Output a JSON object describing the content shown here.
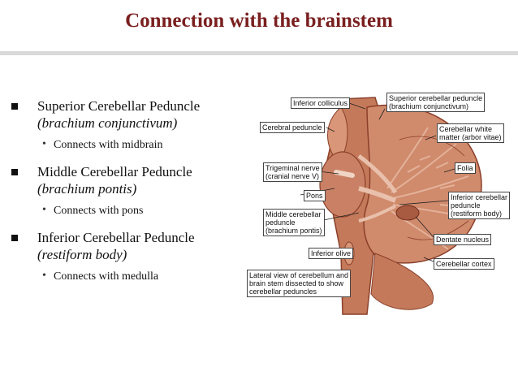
{
  "slide": {
    "title": "Connection with the brainstem",
    "bullets": [
      {
        "title": "Superior Cerebellar Peduncle",
        "subtitle": "(brachium conjunctivum)",
        "sub": "Connects with midbrain"
      },
      {
        "title": "Middle Cerebellar Peduncle",
        "subtitle": "(brachium pontis)",
        "sub": "Connects with pons"
      },
      {
        "title": "Inferior Cerebellar Peduncle",
        "subtitle": "(restiform body)",
        "sub": "Connects with medulla"
      }
    ],
    "sub_marker": "•"
  },
  "figure": {
    "labels": {
      "inferior_colliculus": "Inferior colliculus",
      "superior_peduncle_1": "Superior cerebellar peduncle",
      "superior_peduncle_2": "(brachium conjunctivum)",
      "cerebral_peduncle": "Cerebral peduncle",
      "white_matter_1": "Cerebellar white",
      "white_matter_2": "matter (arbor vitae)",
      "trigeminal_1": "Trigeminal nerve",
      "trigeminal_2": "(cranial nerve V)",
      "folia": "Folia",
      "pons": "Pons",
      "inferior_peduncle_1": "Inferior cerebellar",
      "inferior_peduncle_2": "peduncle",
      "inferior_peduncle_3": "(restiform body)",
      "middle_peduncle_1": "Middle cerebellar",
      "middle_peduncle_2": "peduncle",
      "middle_peduncle_3": "(brachium pontis)",
      "dentate": "Dentate nucleus",
      "inferior_olive": "Inferior olive",
      "cortex": "Cerebellar cortex",
      "caption_1": "Lateral view of cerebellum and",
      "caption_2": "brain stem dissected to show",
      "caption_3": "cerebellar peduncles"
    },
    "colors": {
      "tissue": "#c47a5a",
      "tissue_dark": "#8a3f2a",
      "tissue_light": "#e3b29a"
    }
  }
}
